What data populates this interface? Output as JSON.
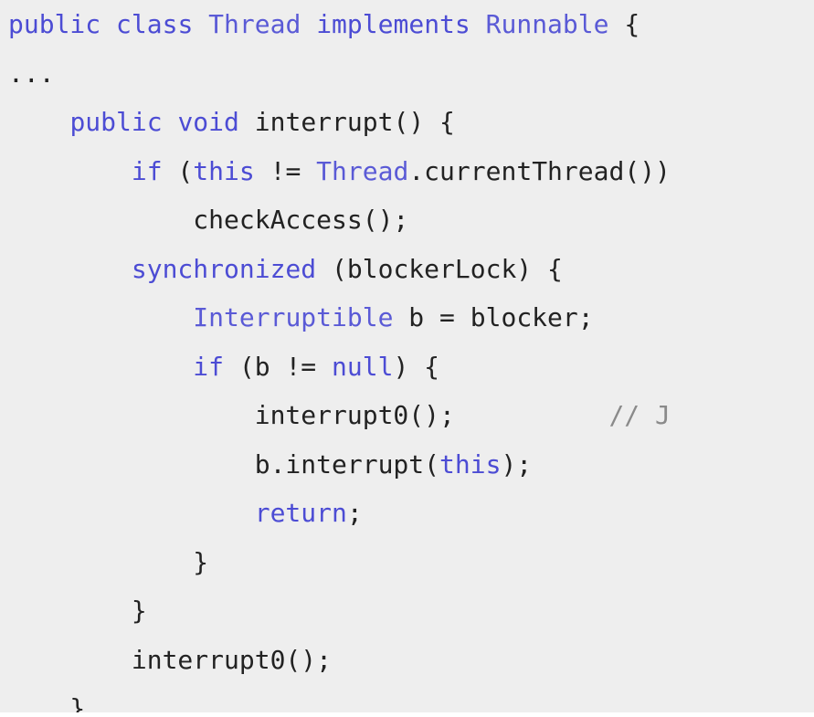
{
  "colors": {
    "background": "#eeeeee",
    "text": "#222222",
    "keyword": "#4c4cd4",
    "type": "#5a5ad6",
    "comment": "#8a8a8a"
  },
  "code": {
    "lines": [
      [
        {
          "t": "keyword",
          "v": "public"
        },
        {
          "t": "default",
          "v": " "
        },
        {
          "t": "keyword",
          "v": "class"
        },
        {
          "t": "default",
          "v": " "
        },
        {
          "t": "type",
          "v": "Thread"
        },
        {
          "t": "default",
          "v": " "
        },
        {
          "t": "keyword",
          "v": "implements"
        },
        {
          "t": "default",
          "v": " "
        },
        {
          "t": "type",
          "v": "Runnable"
        },
        {
          "t": "default",
          "v": " {"
        }
      ],
      [
        {
          "t": "default",
          "v": "..."
        }
      ],
      [
        {
          "t": "default",
          "v": "    "
        },
        {
          "t": "keyword",
          "v": "public"
        },
        {
          "t": "default",
          "v": " "
        },
        {
          "t": "keyword",
          "v": "void"
        },
        {
          "t": "default",
          "v": " interrupt() {"
        }
      ],
      [
        {
          "t": "default",
          "v": "        "
        },
        {
          "t": "keyword",
          "v": "if"
        },
        {
          "t": "default",
          "v": " ("
        },
        {
          "t": "keyword",
          "v": "this"
        },
        {
          "t": "default",
          "v": " != "
        },
        {
          "t": "type",
          "v": "Thread"
        },
        {
          "t": "default",
          "v": ".currentThread())"
        }
      ],
      [
        {
          "t": "default",
          "v": "            checkAccess();"
        }
      ],
      [
        {
          "t": "default",
          "v": "        "
        },
        {
          "t": "keyword",
          "v": "synchronized"
        },
        {
          "t": "default",
          "v": " (blockerLock) {"
        }
      ],
      [
        {
          "t": "default",
          "v": "            "
        },
        {
          "t": "type",
          "v": "Interruptible"
        },
        {
          "t": "default",
          "v": " b = blocker;"
        }
      ],
      [
        {
          "t": "default",
          "v": "            "
        },
        {
          "t": "keyword",
          "v": "if"
        },
        {
          "t": "default",
          "v": " (b != "
        },
        {
          "t": "keyword",
          "v": "null"
        },
        {
          "t": "default",
          "v": ") {"
        }
      ],
      [
        {
          "t": "default",
          "v": "                interrupt0();          "
        },
        {
          "t": "comment",
          "v": "// J"
        }
      ],
      [
        {
          "t": "default",
          "v": "                b.interrupt("
        },
        {
          "t": "keyword",
          "v": "this"
        },
        {
          "t": "default",
          "v": ");"
        }
      ],
      [
        {
          "t": "default",
          "v": "                "
        },
        {
          "t": "keyword",
          "v": "return"
        },
        {
          "t": "default",
          "v": ";"
        }
      ],
      [
        {
          "t": "default",
          "v": "            }"
        }
      ],
      [
        {
          "t": "default",
          "v": "        }"
        }
      ],
      [
        {
          "t": "default",
          "v": "        interrupt0();"
        }
      ],
      [
        {
          "t": "default",
          "v": "    }"
        }
      ]
    ]
  }
}
